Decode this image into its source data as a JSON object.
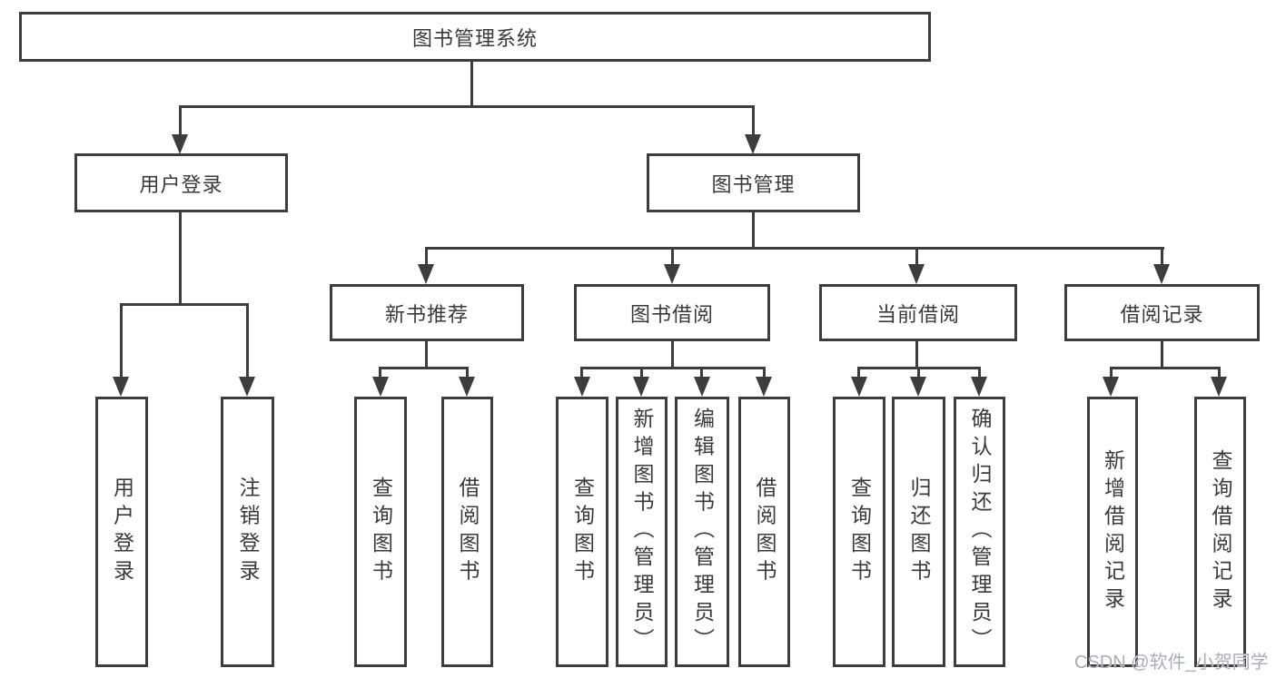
{
  "diagram_title": "图书管理系统",
  "tree": {
    "root": {
      "label": "图书管理系统",
      "children": [
        {
          "label": "用户登录",
          "children": [
            {
              "label": "用户登录"
            },
            {
              "label": "注销登录"
            }
          ]
        },
        {
          "label": "图书管理",
          "children": [
            {
              "label": "新书推荐",
              "children": [
                {
                  "label": "查询图书"
                },
                {
                  "label": "借阅图书"
                }
              ]
            },
            {
              "label": "图书借阅",
              "children": [
                {
                  "label": "查询图书"
                },
                {
                  "label": "新增图书（管理员）"
                },
                {
                  "label": "编辑图书（管理员）"
                },
                {
                  "label": "借阅图书"
                }
              ]
            },
            {
              "label": "当前借阅",
              "children": [
                {
                  "label": "查询图书"
                },
                {
                  "label": "归还图书"
                },
                {
                  "label": "确认归还（管理员）"
                }
              ]
            },
            {
              "label": "借阅记录",
              "children": [
                {
                  "label": "新增借阅记录"
                },
                {
                  "label": "查询借阅记录"
                }
              ]
            }
          ]
        }
      ]
    }
  },
  "watermark": {
    "text": "CSDN @软件_小贺同学"
  },
  "colors": {
    "line": "#3d3d3d",
    "text": "#3a3a3a",
    "background": "#ffffff",
    "watermark": "#a9aeb6"
  }
}
